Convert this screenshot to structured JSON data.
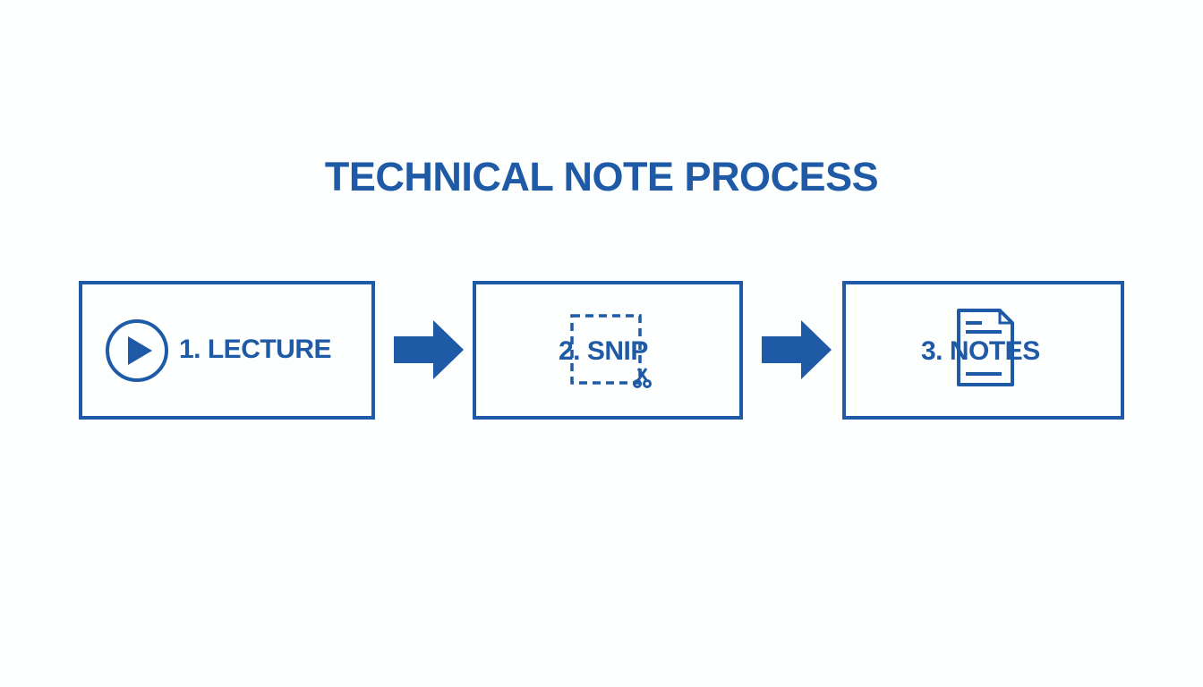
{
  "title": "TECHNICAL NOTE PROCESS",
  "accent_color": "#1f5aa6",
  "steps": [
    {
      "label": "1. LECTURE",
      "icon": "play-circle-icon"
    },
    {
      "label": "2. SNIP",
      "icon": "dashed-selection-scissors-icon"
    },
    {
      "label": "3. NOTES",
      "icon": "document-icon"
    }
  ]
}
